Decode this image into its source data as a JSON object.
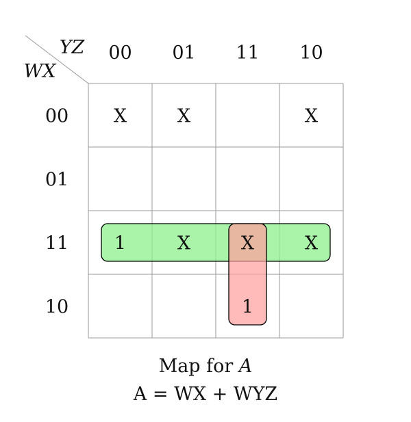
{
  "corner": {
    "top_vars": "YZ",
    "left_vars": "WX"
  },
  "col_labels": [
    "00",
    "01",
    "11",
    "10"
  ],
  "row_labels": [
    "00",
    "01",
    "11",
    "10"
  ],
  "cells": [
    [
      "X",
      "X",
      "",
      "X"
    ],
    [
      "",
      "",
      "",
      ""
    ],
    [
      "1",
      "X",
      "X",
      "X"
    ],
    [
      "",
      "",
      "1",
      ""
    ]
  ],
  "groups": [
    {
      "term": "WX",
      "color": "#8ef08e",
      "text_color": "#1b5e1b",
      "row_start": 2,
      "row_end": 2,
      "col_start": 0,
      "col_end": 3
    },
    {
      "term": "WYZ",
      "color": "#ff9f9f",
      "text_color": "#7a1a1a",
      "row_start": 2,
      "row_end": 3,
      "col_start": 2,
      "col_end": 2
    }
  ],
  "caption": {
    "line1_prefix": "Map for",
    "line1_var": "A",
    "line2": "A = WX + WYZ"
  }
}
